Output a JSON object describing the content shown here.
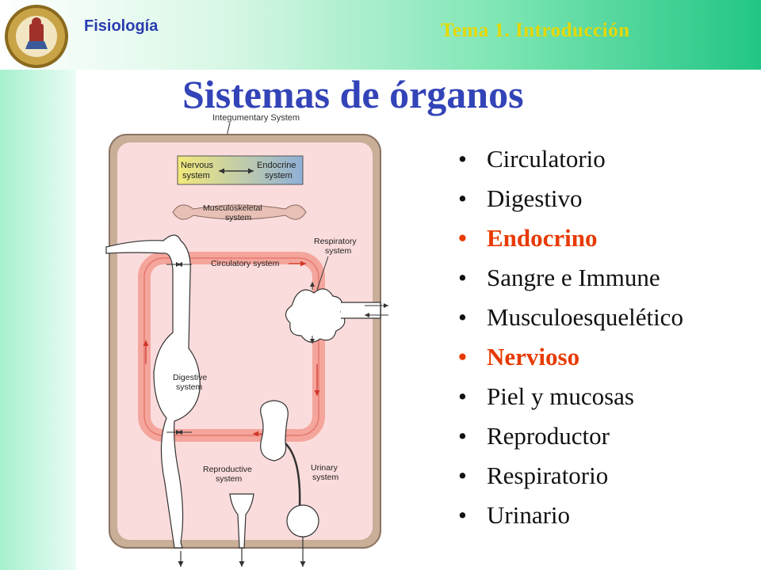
{
  "header": {
    "logo_icon": "university-seal-icon",
    "subject": "Fisiología",
    "topic": "Tema 1. Introducción"
  },
  "slide": {
    "title": "Sistemas de órganos"
  },
  "diagram": {
    "integumentary": "Integumentary System",
    "nervous_1": "Nervous",
    "nervous_2": "system",
    "endocrine_1": "Endocrine",
    "endocrine_2": "system",
    "musculo_1": "Musculoskeletal",
    "musculo_2": "system",
    "respiratory_1": "Respiratory",
    "respiratory_2": "system",
    "circulatory": "Circulatory system",
    "digestive_1": "Digestive",
    "digestive_2": "system",
    "reproductive_1": "Reproductive",
    "reproductive_2": "system",
    "urinary_1": "Urinary",
    "urinary_2": "system"
  },
  "bullet_list": {
    "items": [
      {
        "label": "Circulatorio",
        "highlight": false
      },
      {
        "label": "Digestivo",
        "highlight": false
      },
      {
        "label": "Endocrino",
        "highlight": true
      },
      {
        "label": "Sangre e Immune",
        "highlight": false
      },
      {
        "label": "Musculoesquelético",
        "highlight": false
      },
      {
        "label": "Nervioso",
        "highlight": true
      },
      {
        "label": "Piel y mucosas",
        "highlight": false
      },
      {
        "label": "Reproductor",
        "highlight": false
      },
      {
        "label": "Respiratorio",
        "highlight": false
      },
      {
        "label": "Urinario",
        "highlight": false
      }
    ],
    "bullet": "•",
    "highlight_color": "#e83a00"
  },
  "colors": {
    "title": "#3344b8",
    "subject": "#2a3cb0",
    "topic": "#e6d800",
    "body_fill": "#fbdcdc",
    "circulatory_ring": "#f6a7a0"
  }
}
